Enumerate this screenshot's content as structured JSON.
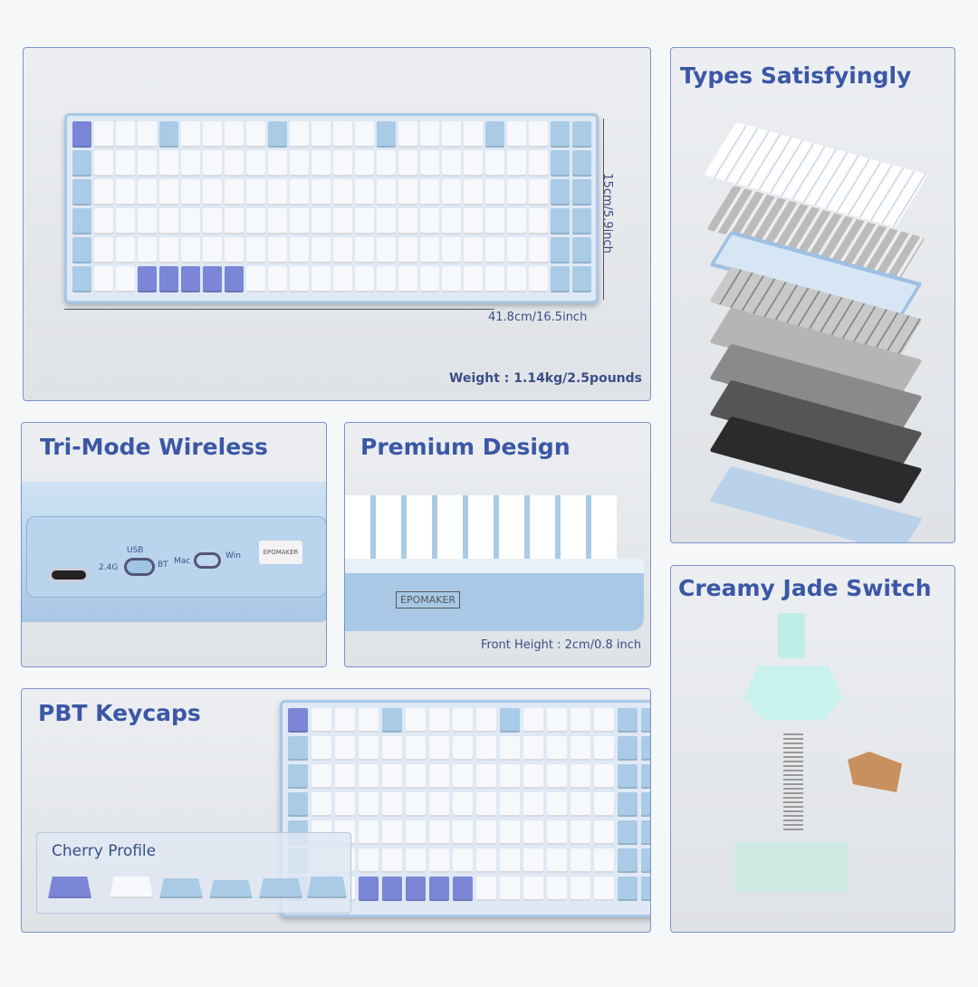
{
  "top_panel": {
    "width_label": "41.8cm/16.5inch",
    "height_label": "15cm/5.9inch",
    "weight_label": "Weight : 1.14kg/2.5pounds"
  },
  "types_panel": {
    "title": "Types Satisfyingly"
  },
  "wireless_panel": {
    "title": "Tri-Mode Wireless",
    "labels": {
      "usb": "USB",
      "g24": "2.4G",
      "bt": "BT",
      "mac": "Mac",
      "win": "Win"
    },
    "logo": "EPOMAKER"
  },
  "design_panel": {
    "title": "Premium Design",
    "caption": "Front Height : 2cm/0.8 inch",
    "logo": "EPOMAKER"
  },
  "keycaps_panel": {
    "title": "PBT Keycaps",
    "profile_label": "Cherry Profile"
  },
  "switch_panel": {
    "title": "Creamy Jade Switch"
  },
  "colors": {
    "accent": "#3b57a6",
    "border": "#7d93c9",
    "keyblue": "#a9cbe6",
    "keypurple": "#7b86d6"
  }
}
